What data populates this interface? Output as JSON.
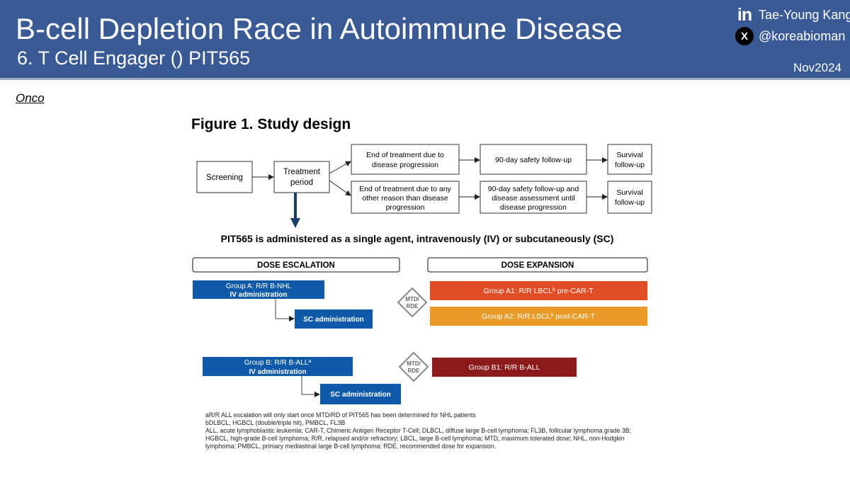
{
  "header": {
    "title": "B-cell Depletion Race in Autoimmune Disease",
    "subtitle": "6. T Cell Engager () PIT565",
    "linkedin_icon": "linkedin-icon",
    "linkedin_name": "Tae-Young Kang",
    "x_icon": "x-icon",
    "x_handle": "@koreabioman",
    "date": "Nov2024",
    "background_color": "#3a5a95"
  },
  "source": "Onco",
  "figure": {
    "title": "Figure 1. Study design",
    "flow": {
      "screening": "Screening",
      "treatment_line1": "Treatment",
      "treatment_line2": "period",
      "top_end_line1": "End of treatment due to",
      "top_end_line2": "disease progression",
      "top_safety": "90-day safety follow-up",
      "top_survival_line1": "Survival",
      "top_survival_line2": "follow-up",
      "bot_end_line1": "End of treatment due to any",
      "bot_end_line2": "other reason than disease",
      "bot_end_line3": "progression",
      "bot_safety_line1": "90-day safety follow-up and",
      "bot_safety_line2": "disease assessment until",
      "bot_safety_line3": "disease progression",
      "bot_survival_line1": "Survival",
      "bot_survival_line2": "follow-up"
    },
    "admin_statement": "PIT565 is administered as a single agent, intravenously (IV) or subcutaneously (SC)",
    "dose_escalation": "DOSE ESCALATION",
    "dose_expansion": "DOSE EXPANSION",
    "group_a_line1": "Group A: R/R B-NHL",
    "group_a_line2": "IV administration",
    "group_a_sc": "SC administration",
    "group_b_line1": "Group B: R/R B-ALL",
    "group_b_sup": "a",
    "group_b_line2": "IV administration",
    "group_b_sc": "SC administration",
    "mtd_line1": "MTD/",
    "mtd_line2": "RDE",
    "group_a1_pre": "Group A1: R/R LBCL",
    "group_a1_sup": "b",
    "group_a1_post": " pre-CAR-T",
    "group_a2_pre": "Group A2: R/R LBCL",
    "group_a2_sup": "b",
    "group_a2_post": " post-CAR-T",
    "group_b1": "Group B1: R/R B-ALL",
    "colors": {
      "blue": "#0f5aa8",
      "a1_orange": "#e04e26",
      "a2_amber": "#e99a27",
      "b1_maroon": "#8c1c1c",
      "arrow_navy": "#1a3d6b"
    }
  },
  "footnotes": [
    "aR/R ALL escalation will only start once MTD/RD of  PIT565 has been determined for NHL patients",
    "bDLBCL, HGBCL (double/triple hit), PMBCL, FL3B",
    "ALL, acute lymphoblastic leukemia; CAR-T, Chimeric Antigen Receptor T-Cell; DLBCL, diffuse large B-cell lymphoma; FL3B, follicular lymphoma grade 3B;",
    "HGBCL, high-grade B-cell lymphoma; R/R, relapsed and/or refractory; LBCL, large B-cell lymphoma; MTD, maximum tolerated dose; NHL, non-Hodgkin",
    "lymphoma; PMBCL, primary mediastinal large B-cell lymphoma; RDE, recommended dose for expansion."
  ]
}
